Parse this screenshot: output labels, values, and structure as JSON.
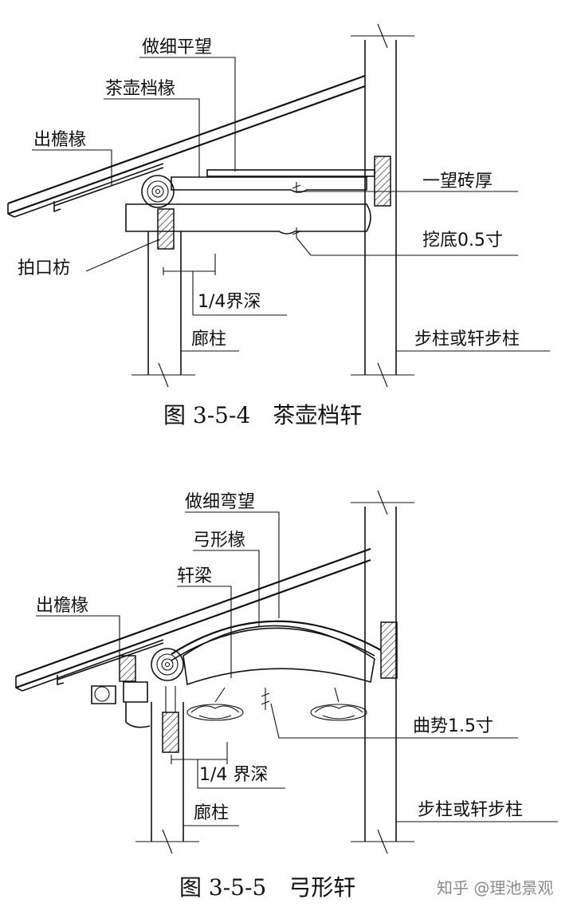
{
  "figure1": {
    "caption": "图 3-5-4　茶壶档轩",
    "labels": {
      "zuoxi_pingwang": "做细平望",
      "chahu_dang_chuan": "茶壶档椽",
      "chuyan_chuan": "出檐椽",
      "yiwang_zhuanhou": "一望砖厚",
      "wadi": "挖底0.5寸",
      "paikou_fang": "拍口枋",
      "jieshen": "1/4界深",
      "langzhu": "廊柱",
      "buzhu": "步柱或轩步柱"
    }
  },
  "figure2": {
    "caption": "图 3-5-5　弓形轩",
    "labels": {
      "zuoxi_wanwang": "做细弯望",
      "gongxing_chuan": "弓形椽",
      "xuanliang": "轩梁",
      "chuyan_chuan": "出檐椽",
      "qushi": "曲势1.5寸",
      "jieshen": "1/4 界深",
      "langzhu": "廊柱",
      "buzhu": "步柱或轩步柱"
    }
  },
  "watermark": "知乎 @理池景观"
}
